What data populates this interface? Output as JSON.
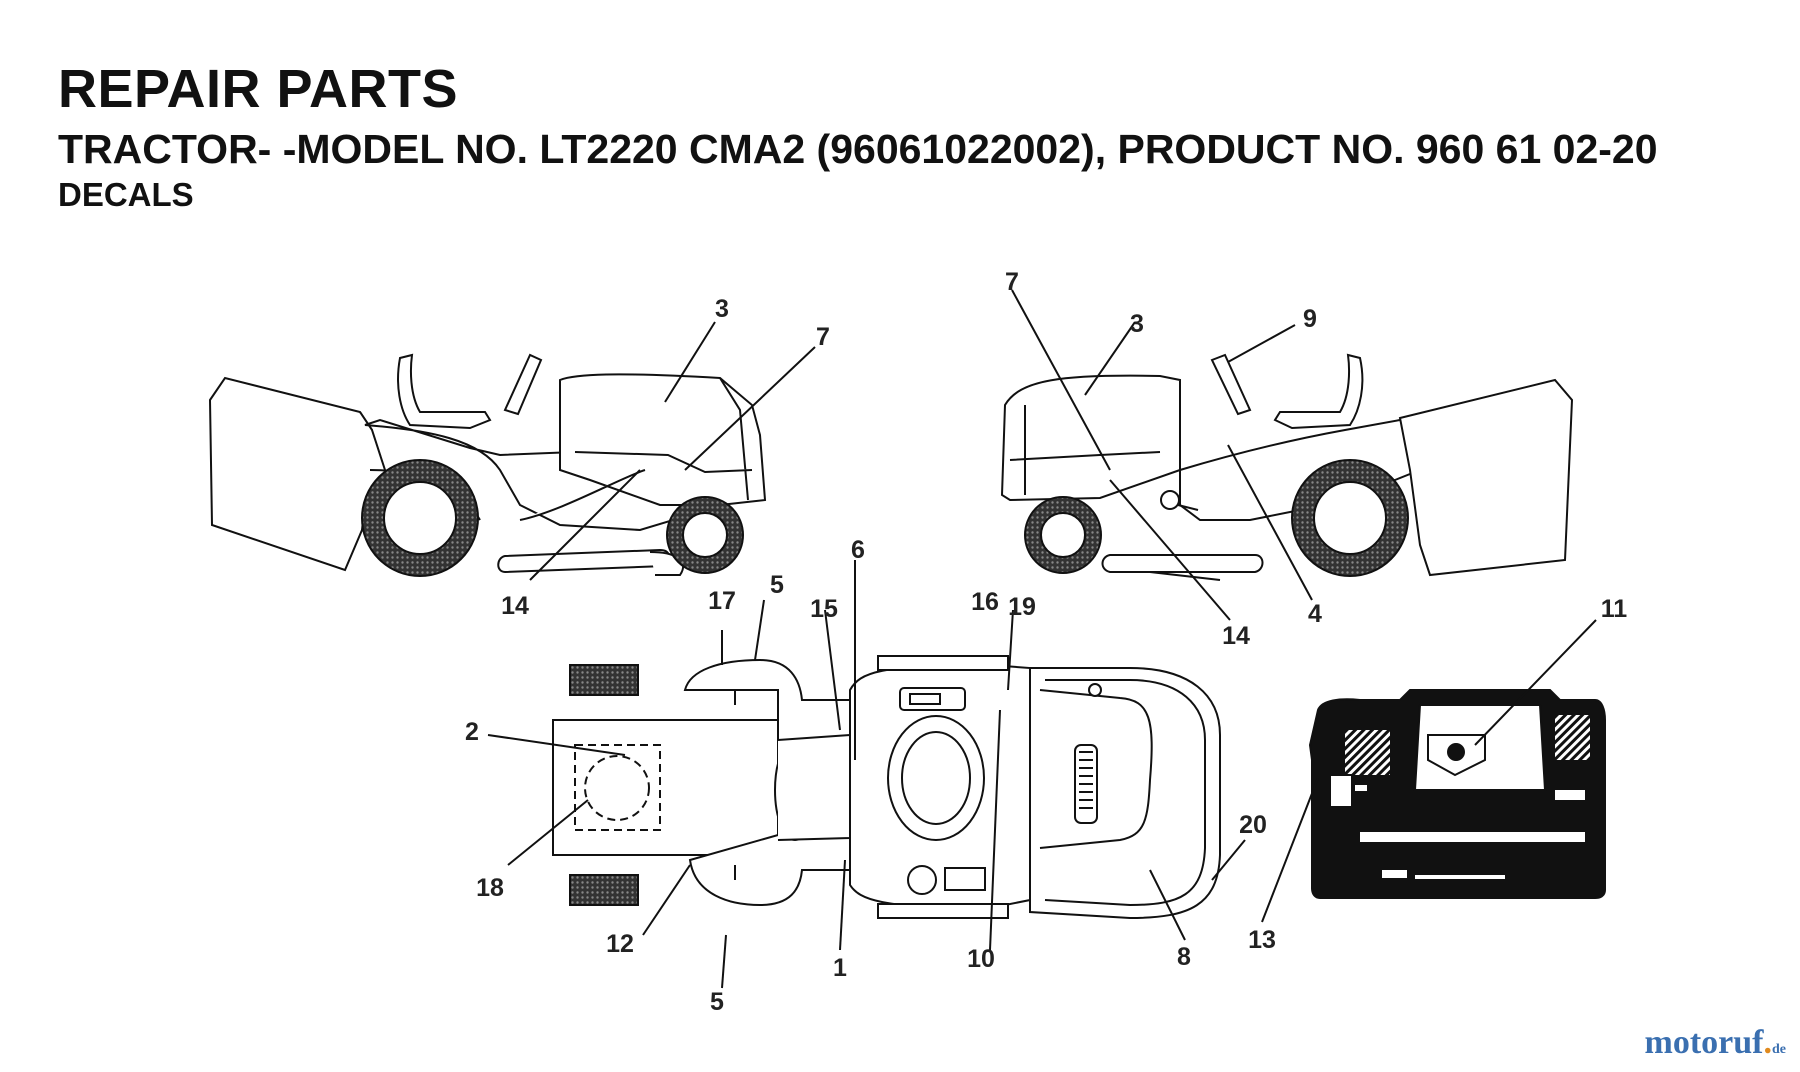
{
  "header": {
    "title": "REPAIR PARTS",
    "subtitle": "TRACTOR- -MODEL NO. LT2220 CMA2 (96061022002), PRODUCT NO. 960 61 02-20",
    "section": "DECALS"
  },
  "callouts": {
    "c1": "1",
    "c2": "2",
    "c3a": "3",
    "c3b": "3",
    "c4": "4",
    "c5a": "5",
    "c5b": "5",
    "c6": "6",
    "c7a": "7",
    "c7b": "7",
    "c8": "8",
    "c9": "9",
    "c10": "10",
    "c11": "11",
    "c12": "12",
    "c13": "13",
    "c14a": "14",
    "c14b": "14",
    "c15": "15",
    "c16": "16",
    "c17": "17",
    "c18": "18",
    "c19": "19",
    "c20": "20"
  },
  "watermark": {
    "brand": "motoruf",
    "tld": "de"
  }
}
